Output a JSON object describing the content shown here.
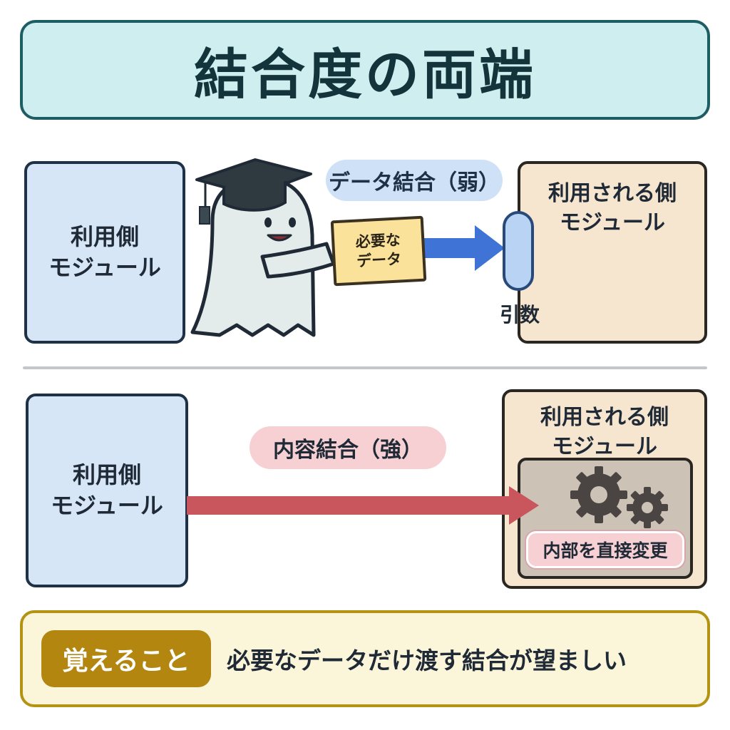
{
  "title": "結合度の両端",
  "weak_coupling": {
    "pill_label": "データ結合（弱）",
    "caller_module_label": "利用側\nモジュール",
    "callee_module_label": "利用される側\nモジュール",
    "data_card_label": "必要な\nデータ",
    "argument_label": "引数",
    "character_icon": "ghost-with-graduation-cap-icon",
    "arrow_color": "#3f74d6"
  },
  "strong_coupling": {
    "pill_label": "内容結合（強）",
    "caller_module_label": "利用側\nモジュール",
    "callee_module_label": "利用される側\nモジュール",
    "internal_label": "内部を直接変更",
    "internal_icon": "gears-icon",
    "arrow_color": "#c9565c"
  },
  "takeaway": {
    "badge": "覚えること",
    "text": "必要なデータだけ渡す結合が望ましい"
  },
  "colors": {
    "title_bg": "#cfeef0",
    "caller_bg": "#d6e6f7",
    "callee_bg": "#f7e6cf",
    "memo_accent": "#b2860f"
  }
}
